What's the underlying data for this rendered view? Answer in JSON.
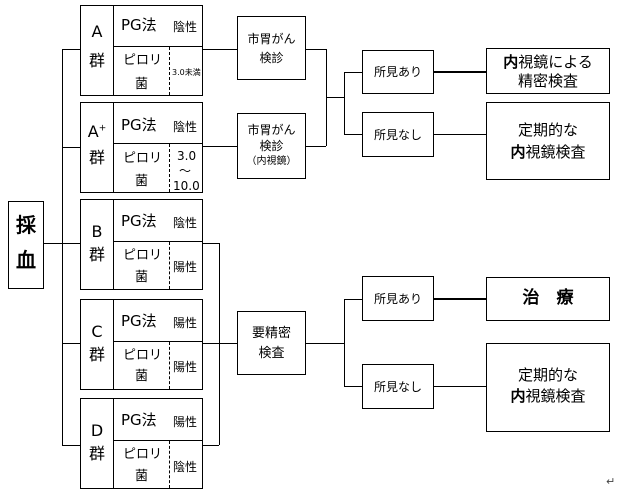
{
  "blood": {
    "line1": "採",
    "line2": "血"
  },
  "groups": [
    {
      "letter": "A",
      "sup": "",
      "gun": "群",
      "pg_label": "PG法",
      "pg_result": "陰性",
      "hp_line1": "ピロリ",
      "hp_line2": "菌",
      "hp_result": "3.0未満"
    },
    {
      "letter": "A",
      "sup": "+",
      "gun": "群",
      "pg_label": "PG法",
      "pg_result": "陰性",
      "hp_line1": "ピロリ",
      "hp_line2": "菌",
      "hp_result_top": "3.0",
      "hp_result_mid": "～",
      "hp_result_bot": "10.0"
    },
    {
      "letter": "B",
      "sup": "",
      "gun": "群",
      "pg_label": "PG法",
      "pg_result": "陰性",
      "hp_line1": "ピロリ",
      "hp_line2": "菌",
      "hp_result": "陽性"
    },
    {
      "letter": "C",
      "sup": "",
      "gun": "群",
      "pg_label": "PG法",
      "pg_result": "陽性",
      "hp_line1": "ピロリ",
      "hp_line2": "菌",
      "hp_result": "陽性"
    },
    {
      "letter": "D",
      "sup": "",
      "gun": "群",
      "pg_label": "PG法",
      "pg_result": "陽性",
      "hp_line1": "ピロリ",
      "hp_line2": "菌",
      "hp_result": "陰性"
    }
  ],
  "screening1": {
    "line1": "市胃がん",
    "line2": "検診"
  },
  "screening2": {
    "line1": "市胃がん",
    "line2": "検診",
    "line3": "（内視鏡）"
  },
  "detailed": {
    "line1": "要精密",
    "line2": "検査"
  },
  "finding_yes_1": "所見あり",
  "finding_no_1": "所見なし",
  "finding_yes_2": "所見あり",
  "finding_no_2": "所見なし",
  "outcome_endoscopy": {
    "bold_part": "内",
    "rest_line1": "視鏡による",
    "line2": "精密検査"
  },
  "outcome_periodic_1": {
    "line1": "定期的な",
    "bold_part": "内",
    "rest_line2": "視鏡検査"
  },
  "outcome_treatment": "治　療",
  "outcome_periodic_2": {
    "line1": "定期的な",
    "bold_part": "内",
    "rest_line2": "視鏡検査"
  },
  "end_mark": "↵"
}
